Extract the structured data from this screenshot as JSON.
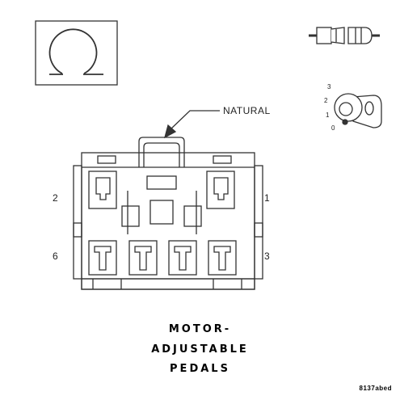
{
  "omega_symbol": "Ω",
  "callout": {
    "text": "NATURAL"
  },
  "cavities": {
    "c2": "2",
    "c1": "1",
    "c6": "6",
    "c3": "3"
  },
  "switch_positions": {
    "p3": "3",
    "p2": "2",
    "p1": "1",
    "p0": "0"
  },
  "title": {
    "line1": "MOTOR-",
    "line2": "ADJUSTABLE",
    "line3": "PEDALS"
  },
  "figure_id": "8137abed",
  "colors": {
    "line": "#333333",
    "background": "#ffffff"
  }
}
